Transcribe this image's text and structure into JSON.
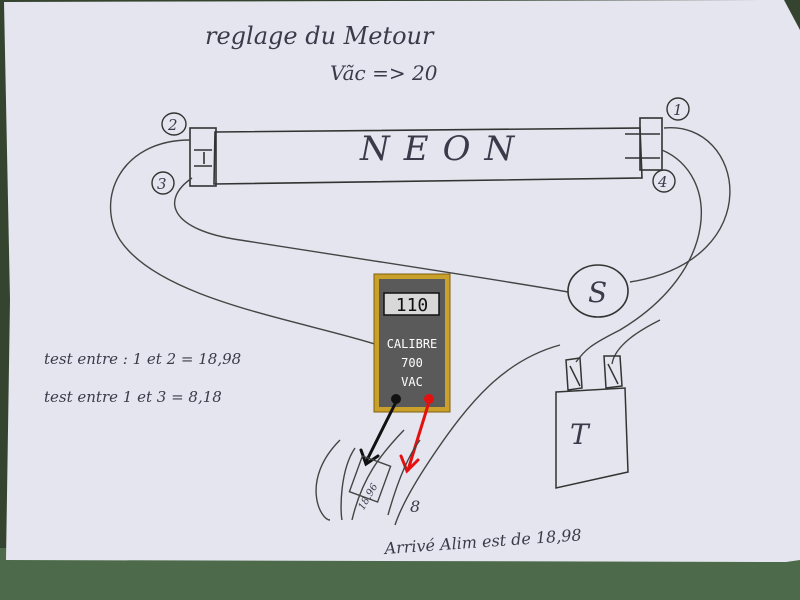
{
  "title": "reglage du Metour",
  "subtitle": "Vãc => 20",
  "tube_label": "NEON",
  "starter_label": "S",
  "transformer_label": "T",
  "terminals": [
    "2",
    "3",
    "1",
    "4"
  ],
  "multimeter": {
    "display": "110",
    "range_lines": [
      "CALIBRE",
      "700",
      "VAC"
    ],
    "case_color": "#c8a02a",
    "panel_color": "#5a5a5a"
  },
  "notes": [
    "test entre : 1 et 2 = 18,98",
    "test entre 1 et 3 = 8,18"
  ],
  "cable_reading": "18,96",
  "cable_mark": "8",
  "supply_note": "Arrivé Alim est de 18,98",
  "probe_colors": {
    "black": "#111111",
    "red": "#e41010"
  }
}
